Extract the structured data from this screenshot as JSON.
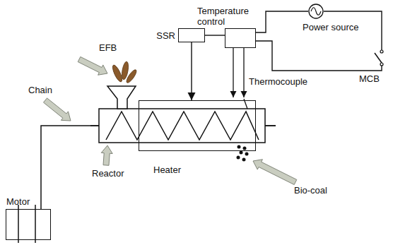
{
  "diagram": {
    "nodes": [
      {
        "text": [
          "Temperature control"
        ]
      },
      {
        "text": [
          "Power source"
        ]
      },
      {
        "text": [
          "SSR"
        ]
      },
      {
        "text": [
          "Heater"
        ]
      },
      {
        "text": [
          "Motor"
        ]
      }
    ],
    "edges": [
      {
        "from": 2,
        "to": 0,
        "arrow": "none"
      },
      {
        "from": 0,
        "to": 1,
        "arrow": "none"
      },
      {
        "from": 1,
        "to": 0,
        "arrow": "none"
      },
      {
        "from": 2,
        "to": 3,
        "arrow": "to"
      }
    ],
    "labels": [
      "EFB",
      "Chain",
      "Thermocouple",
      "MCB",
      "Reactor",
      "Bio-coal"
    ]
  }
}
